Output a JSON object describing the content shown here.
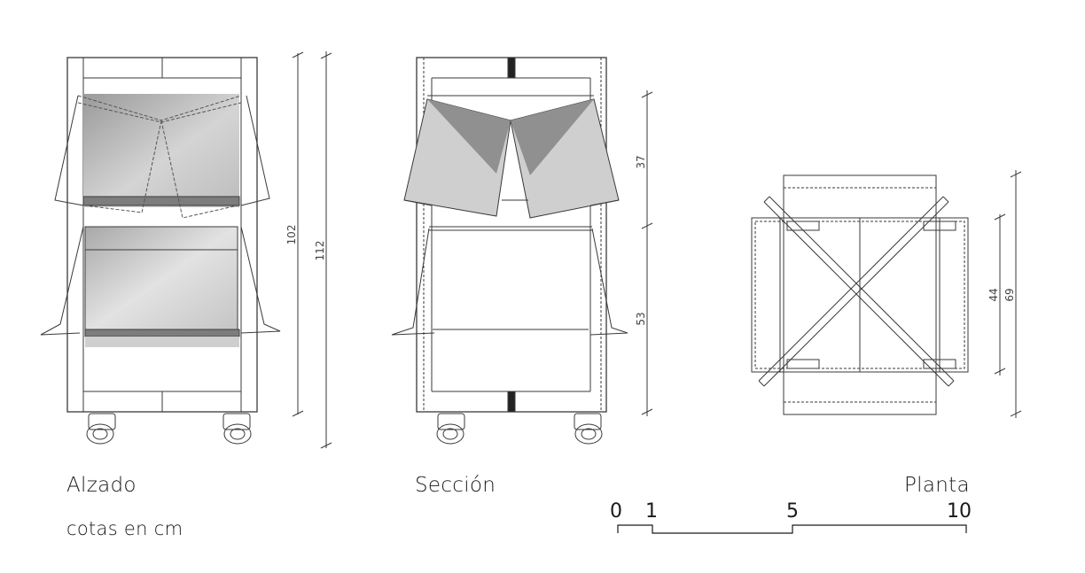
{
  "labels": {
    "alzado": "Alzado",
    "seccion": "Sección",
    "planta": "Planta",
    "units_note": "cotas en cm"
  },
  "dimensions": {
    "alzado_inner_height": "102",
    "alzado_total_height": "112",
    "seccion_top": "37",
    "seccion_bottom": "53",
    "planta_inner": "44",
    "planta_total": "69"
  },
  "scale_bar": {
    "ticks": [
      "0",
      "1",
      "5",
      "10"
    ]
  },
  "colors": {
    "line": "#3a3a3a",
    "shade_dark": "#8f8f8f",
    "shade_light": "#d9d9d9"
  }
}
